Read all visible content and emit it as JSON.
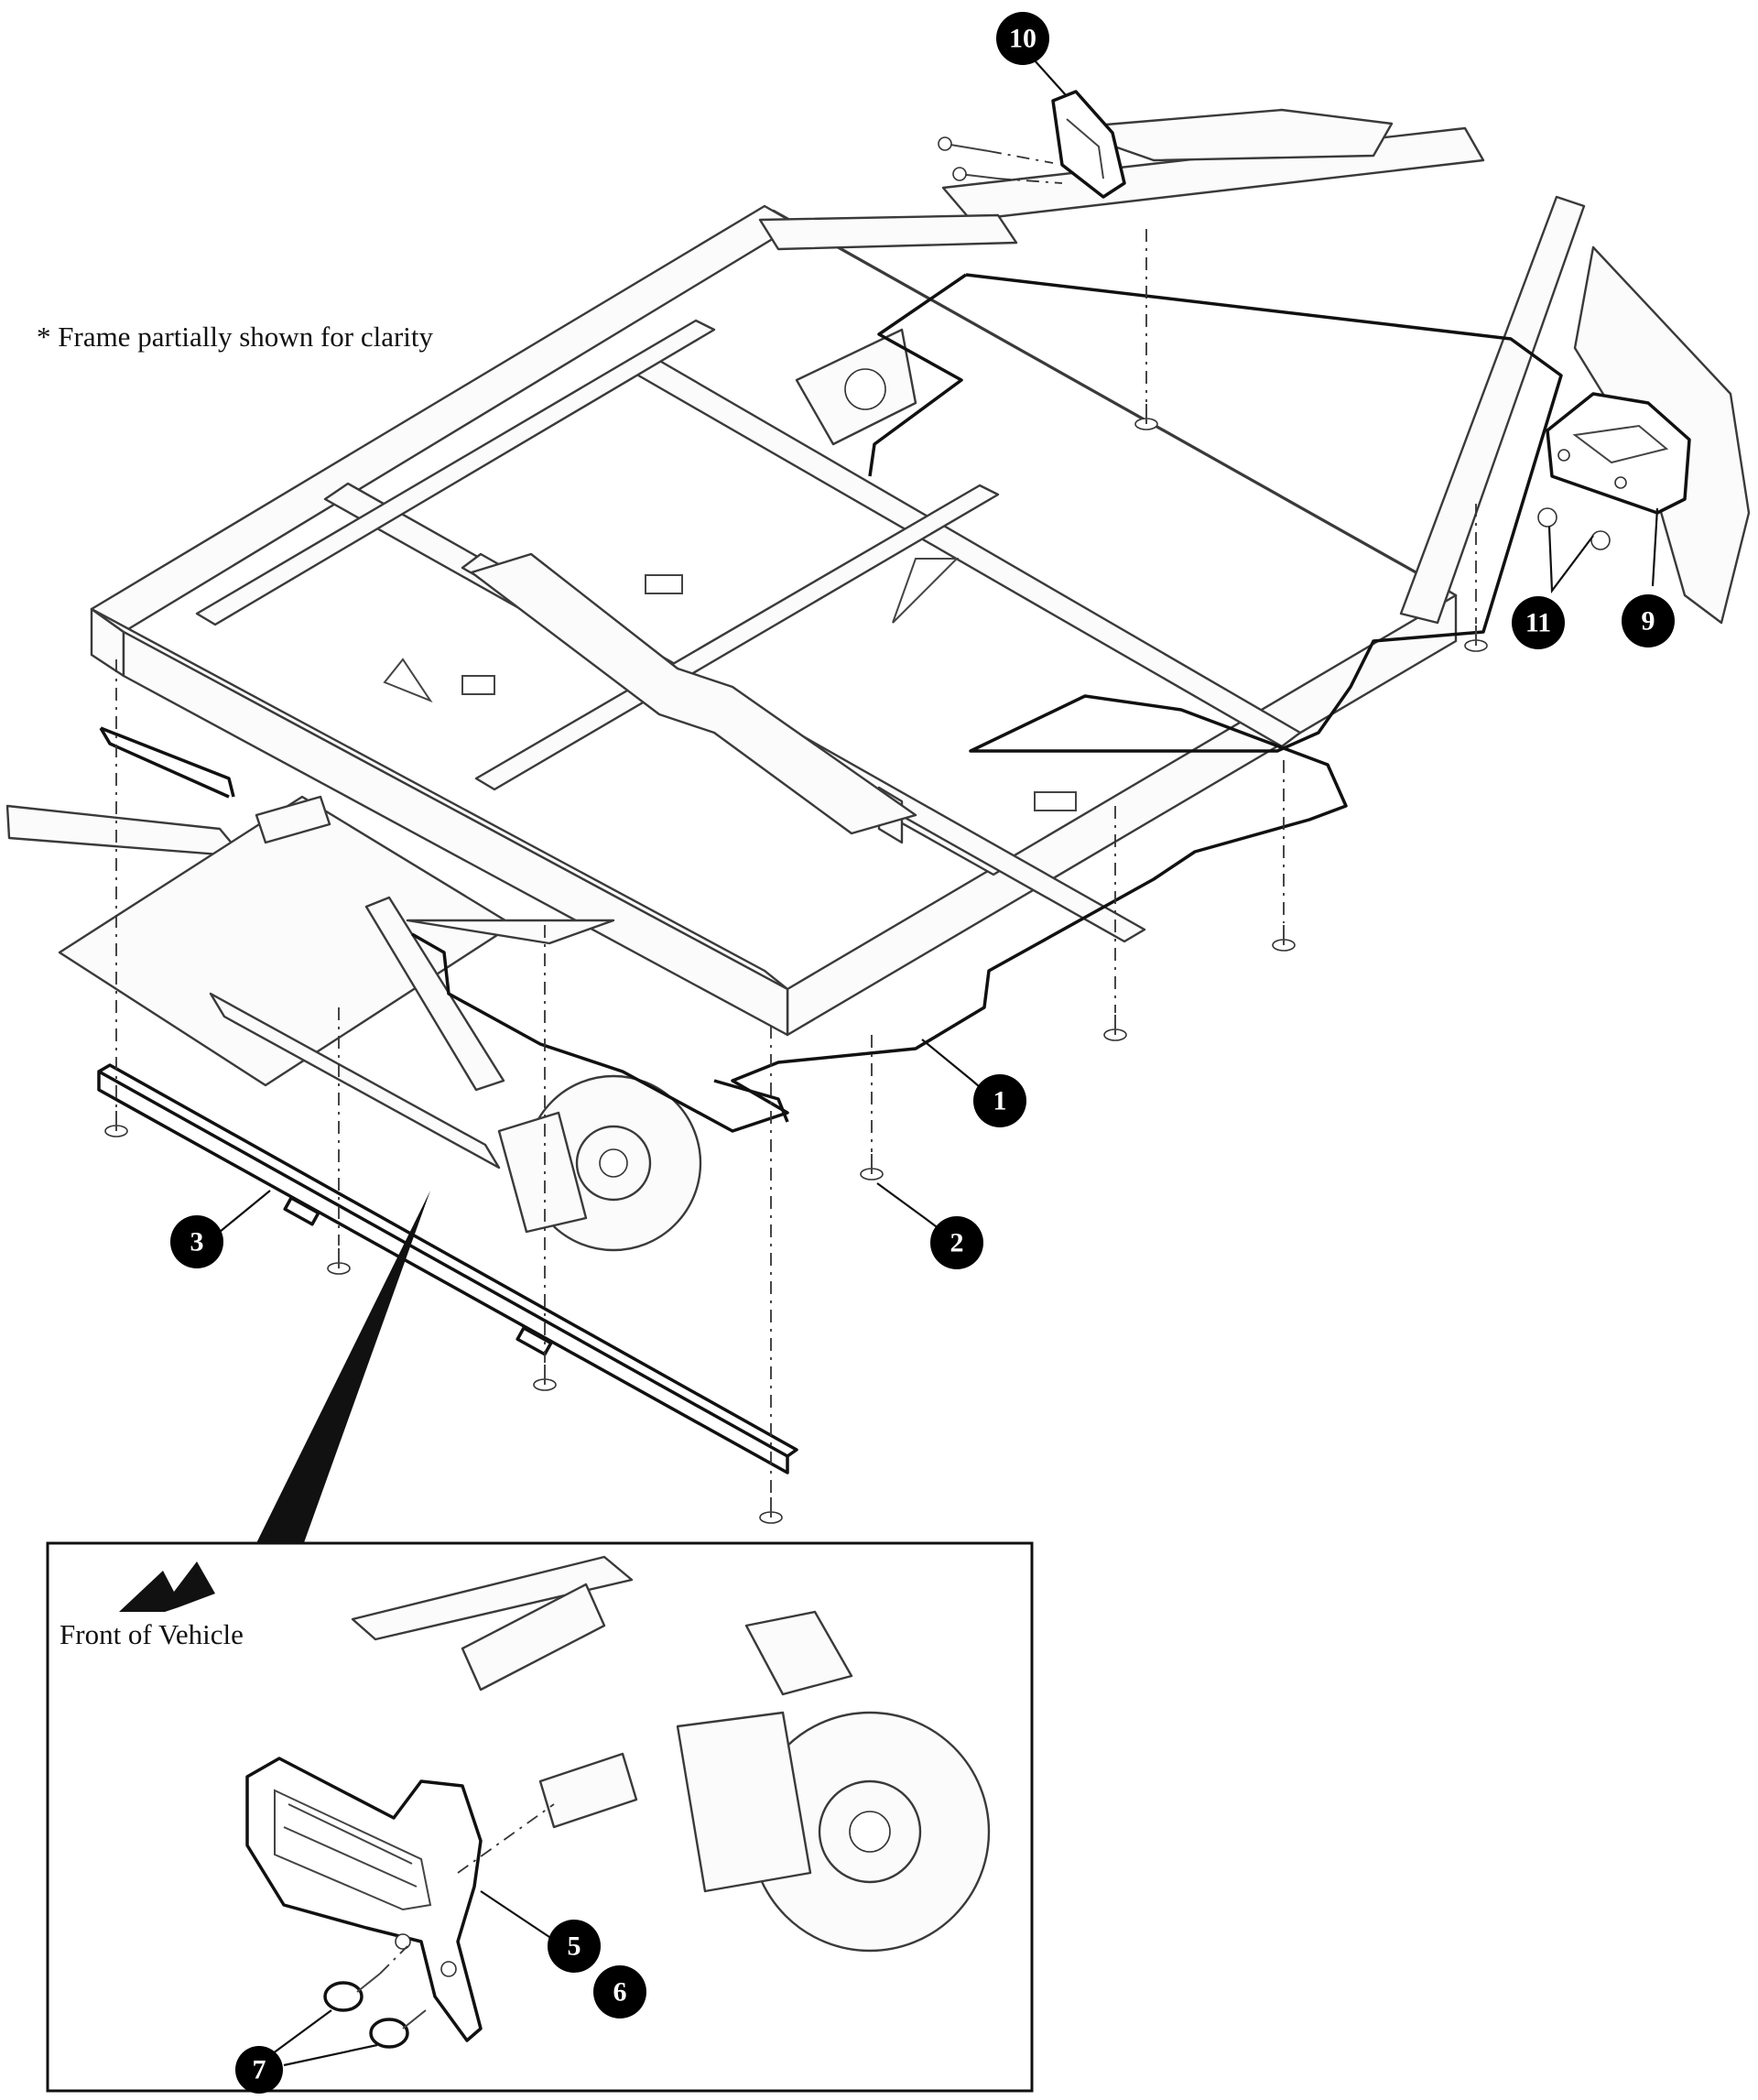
{
  "note": "* Frame partially shown for clarity",
  "front_label": "Front of Vehicle",
  "callouts": [
    {
      "id": "callout-1",
      "text": "1"
    },
    {
      "id": "callout-2",
      "text": "2"
    },
    {
      "id": "callout-3",
      "text": "3"
    },
    {
      "id": "callout-5",
      "text": "5"
    },
    {
      "id": "callout-6",
      "text": "6"
    },
    {
      "id": "callout-7",
      "text": "7"
    },
    {
      "id": "callout-9",
      "text": "9"
    },
    {
      "id": "callout-10",
      "text": "10"
    },
    {
      "id": "callout-11",
      "text": "11"
    }
  ]
}
